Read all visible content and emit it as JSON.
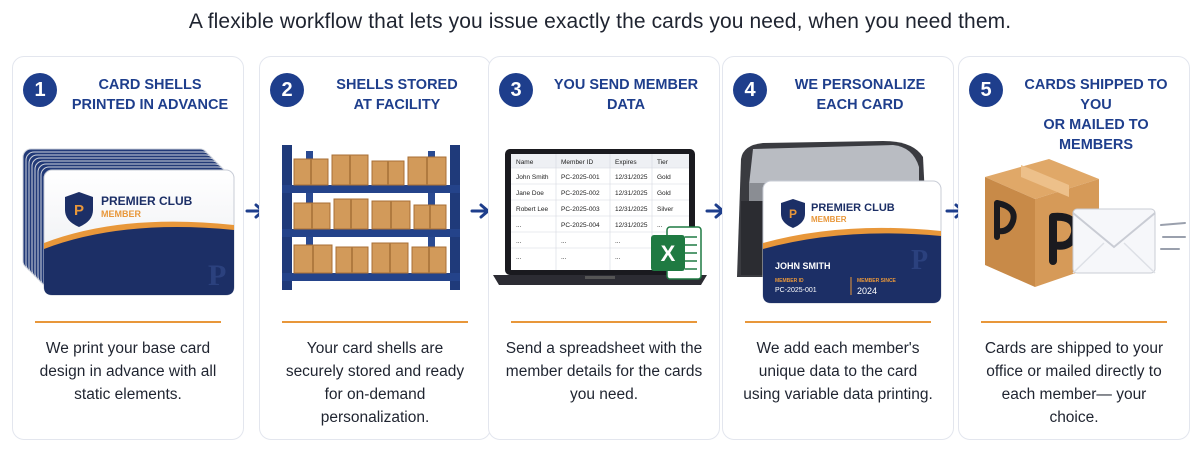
{
  "headline": "A flexible workflow that lets you issue exactly the cards you need, when you need them.",
  "colors": {
    "navy": "#1e3e8c",
    "orange": "#e8973a",
    "excel_green": "#1f7a42"
  },
  "steps": [
    {
      "number": "1",
      "title": "CARD SHELLS\nPRINTED IN ADVANCE",
      "description": "We print your base card design in advance with all static elements."
    },
    {
      "number": "2",
      "title": "SHELLS STORED\nAT FACILITY",
      "description": "Your card shells are securely stored and ready for on-demand personalization."
    },
    {
      "number": "3",
      "title": "YOU SEND MEMBER\nDATA",
      "description": "Send a spreadsheet with the member details for the cards you need."
    },
    {
      "number": "4",
      "title": "WE PERSONALIZE\nEACH CARD",
      "description": "We add each member's unique data to the card using variable data printing."
    },
    {
      "number": "5",
      "title": "CARDS SHIPPED TO YOU\nOR MAILED TO MEMBERS",
      "description": "Cards are shipped to your office or mailed directly to each member— your choice."
    }
  ],
  "card": {
    "brand_line1": "PREMIER CLUB",
    "brand_line2": "MEMBER",
    "logo_letter": "P",
    "member_name": "JOHN SMITH",
    "member_id_label": "MEMBER ID",
    "member_id": "PC-2025-001",
    "member_since_label": "MEMBER SINCE",
    "member_since": "2024"
  },
  "spreadsheet": {
    "headers": [
      "Name",
      "Member ID",
      "Expires",
      "Tier"
    ],
    "rows": [
      [
        "John Smith",
        "PC-2025-001",
        "12/31/2025",
        "Gold"
      ],
      [
        "Jane Doe",
        "PC-2025-002",
        "12/31/2025",
        "Gold"
      ],
      [
        "Robert Lee",
        "PC-2025-003",
        "12/31/2025",
        "Silver"
      ],
      [
        "...",
        "PC-2025-004",
        "12/31/2025",
        "..."
      ],
      [
        "...",
        "...",
        "...",
        ""
      ],
      [
        "...",
        "...",
        "...",
        ""
      ]
    ],
    "excel_letter": "X"
  },
  "icons": [
    "arrow-right-icon",
    "envelope-icon",
    "box-logo-icon",
    "printer-icon",
    "laptop-icon",
    "excel-icon",
    "shelf-icon"
  ]
}
